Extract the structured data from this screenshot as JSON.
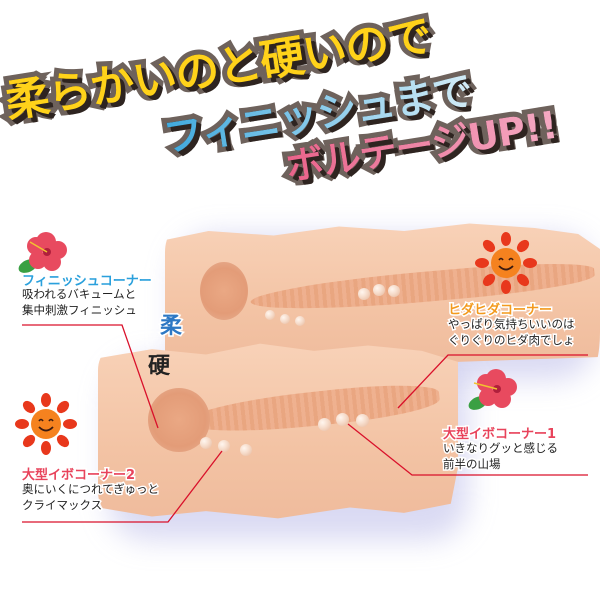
{
  "headline": {
    "line1": "柔らかいのと硬いので",
    "line2": "フィニッシュまで",
    "line3": "ボルテージUP!!",
    "colors": {
      "line1": "#ffd21a",
      "line2": "#4fb6e3",
      "line2_end": "#cde9f5",
      "line3": "#ea6b8f",
      "line3_end": "#f2a3bd",
      "outline": "#6e625c",
      "shadow": "#2e2420"
    }
  },
  "materials": {
    "soft_label": "柔",
    "hard_label": "硬"
  },
  "annotations": [
    {
      "id": "finish-corner",
      "title": "フィニッシュコーナー",
      "title_color": "#2aa0dc",
      "body": [
        "吸われるバキュームと",
        "集中刺激フィニッシュ"
      ],
      "icon": "hibiscus-icon"
    },
    {
      "id": "hida-corner",
      "title": "ヒダヒダコーナー",
      "title_color": "#f39a1e",
      "body": [
        "やっぱり気持ちいいのは",
        "ぐりぐりのヒダ肉でしょ"
      ],
      "icon": "smiling-sun-icon"
    },
    {
      "id": "ibo-corner-1",
      "title": "大型イボコーナー1",
      "title_color": "#e8435b",
      "body": [
        "いきなりグッと感じる",
        "前半の山場"
      ],
      "icon": "hibiscus-icon"
    },
    {
      "id": "ibo-corner-2",
      "title": "大型イボコーナー2",
      "title_color": "#e8435b",
      "body": [
        "奥にいくにつれてぎゅっと",
        "クライマックス"
      ],
      "icon": "smiling-sun-icon"
    }
  ],
  "colors": {
    "leader_line": "#d9112b",
    "pad_skin": "#f3c3a4",
    "pad_shadow": "#9a9ad8"
  }
}
